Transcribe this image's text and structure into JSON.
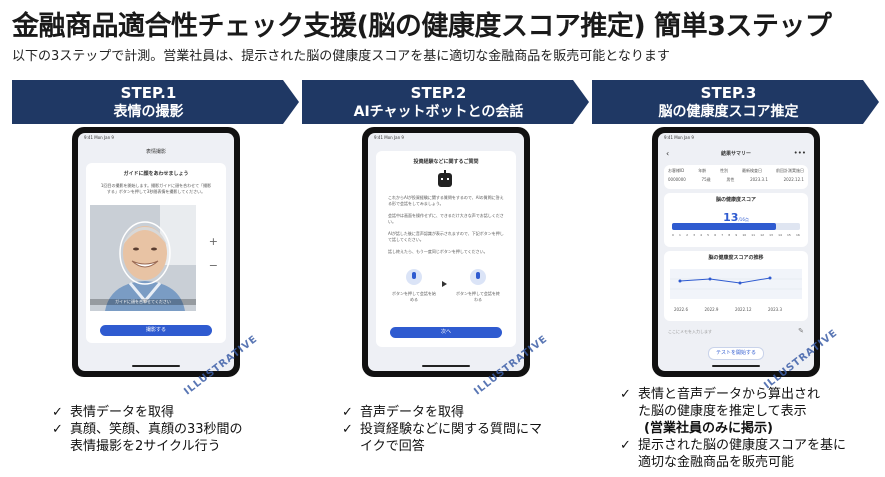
{
  "header": {
    "title": "金融商品適合性チェック支援(脳の健康度スコア推定) 簡単3ステップ",
    "subtitle": "以下の3ステップで計測。営業社員は、提示された脳の健康度スコアを基に適切な金融商品を販売可能となります"
  },
  "steps": [
    {
      "num": "STEP.1",
      "name": "表情の撮影",
      "screen": {
        "status": "9:41 Mon Jan 9",
        "header": "表情撮影",
        "card_title": "ガイドに顔をあわせましょう",
        "card_text": "1回目の撮影を開始します。撮影ガイドに顔を合わせて「撮影する」ボタンを押して3秒間表情を撮影してください。",
        "overlay": "ガイドに顔を合わせてください",
        "button": "撮影する",
        "plus": "+",
        "minus": "−"
      },
      "bullets": [
        "表情データを取得",
        "真顔、笑顔、真顔の33秒間の表情撮影を2サイクル行う"
      ]
    },
    {
      "num": "STEP.2",
      "name": "AIチャットボットとの会話",
      "screen": {
        "status": "9:41 Mon Jan 9",
        "card_title": "投資経験などに関するご質問",
        "p1": "これからAIが投資経験に関する質問をするので、AIの質問に答える形で会話をしてみましょう。",
        "p2": "会話中は画面を操作せずに、できるだけ大きな声でお話しください。",
        "p3": "AIが話した後に音声認識が表示されますので、下記ボタンを押して話してください。",
        "p4": "話し終えたら、もう一度同じボタンを押してください。",
        "mic1_label": "ボタンを押して会話を始める",
        "mic2_label": "ボタンを押して会話を終わる",
        "button": "次へ"
      },
      "bullets": [
        "音声データを取得",
        "投資経験などに関する質問にマイクで回答"
      ]
    },
    {
      "num": "STEP.3",
      "name": "脳の健康度スコア推定",
      "screen": {
        "status": "9:41 Mon Jan 9",
        "header": "結果サマリー",
        "info_labels": [
          "お客様ID",
          "年齢",
          "性別",
          "最新検査日",
          "前回計測実施日"
        ],
        "info_values": [
          "0000000",
          "75歳",
          "男性",
          "2023.3.1",
          "2022.12.1"
        ],
        "score_label": "脳の健康度スコア",
        "score_value": "13",
        "score_unit": "/16点",
        "scale": [
          "0",
          "1",
          "2",
          "3",
          "4",
          "5",
          "6",
          "7",
          "8",
          "9",
          "10",
          "11",
          "12",
          "13",
          "14",
          "15",
          "16"
        ],
        "trend_label": "脳の健康度スコアの推移",
        "trend_dates": [
          "2022.6",
          "2022.9",
          "2022.12",
          "2023.3"
        ],
        "memo_placeholder": "ここにメモを入力します",
        "button": "テストを開始する"
      },
      "bullets": [
        "表情と音声データから算出された脳の健康度を推定して表示",
        "(営業社員のみに掲示)",
        "提示された脳の健康度スコアを基に適切な金融商品を販売可能"
      ]
    }
  ],
  "watermark": "ILLUSTRATIVE",
  "check": "✓",
  "colors": {
    "navy": "#1f3864",
    "accent": "#2f5bd0",
    "scorebar": "#2f5bd0"
  }
}
